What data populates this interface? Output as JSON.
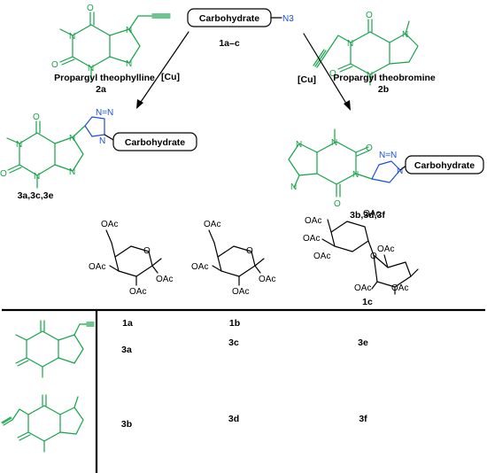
{
  "colors": {
    "theophylline": "#16a34a",
    "triazole": "#1d4ed8",
    "carbohydrate": "#000000",
    "table_line": "#000000"
  },
  "top": {
    "carbohydrate_box": "Carbohydrate",
    "azide_label": "N3",
    "reagent_label": "1a–c",
    "left_reagent_name": "Propargyl theophylline",
    "left_reagent_id": "2a",
    "right_reagent_name": "Propargyl theobromine",
    "right_reagent_id": "2b",
    "catalyst_left": "[Cu]",
    "catalyst_right": "[Cu]"
  },
  "products": {
    "left_box": "Carbohydrate",
    "left_ids": "3a,3c,3e",
    "right_box": "Carbohydrate",
    "right_ids": "3b,3d,3f"
  },
  "sugars": [
    {
      "id": "1a",
      "groups": [
        "OAc",
        "OAc",
        "OAc",
        "OAc"
      ]
    },
    {
      "id": "1b",
      "groups": [
        "OAc",
        "OAc",
        "OAc",
        "OAc"
      ]
    },
    {
      "id": "1c",
      "groups": [
        "OAc",
        "OAc",
        "OAc",
        "OAc",
        "OAc",
        "OAc",
        "OAc"
      ]
    }
  ],
  "table": {
    "rows": [
      {
        "cells": [
          "3a",
          "3c",
          "3e"
        ]
      },
      {
        "cells": [
          "3b",
          "3d",
          "3f"
        ]
      }
    ]
  }
}
